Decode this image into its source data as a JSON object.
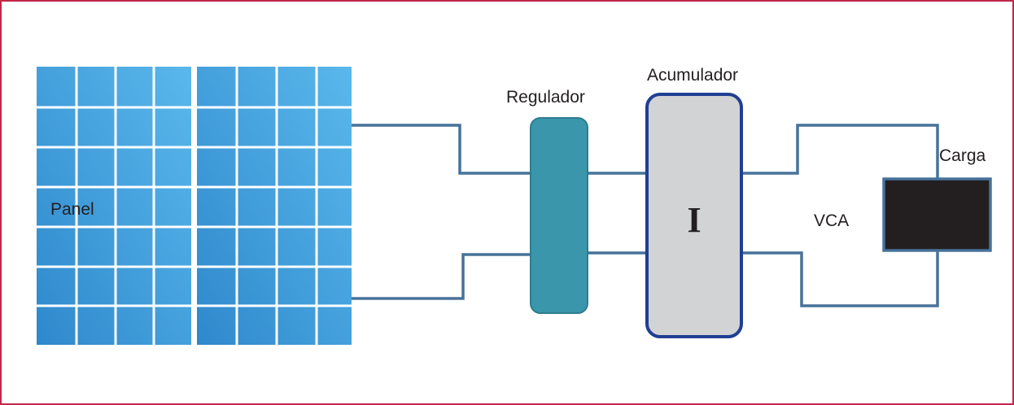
{
  "labels": {
    "panel": "Panel",
    "regulator": "Regulador",
    "accumulator": "Acumulador",
    "accumulator_symbol": "I",
    "ac_voltage": "VCA",
    "load": "Carga"
  },
  "colors": {
    "frame_border": "#c1274a",
    "wire": "#47729a",
    "panel_light": "#5ab8ec",
    "panel_dark": "#2f88cc",
    "regulator_fill": "#3a97ab",
    "regulator_stroke": "#2e7d8e",
    "accumulator_fill": "#d1d3d4",
    "accumulator_stroke": "#1f3f93",
    "load_fill": "#231f20",
    "load_stroke": "#47729a"
  }
}
